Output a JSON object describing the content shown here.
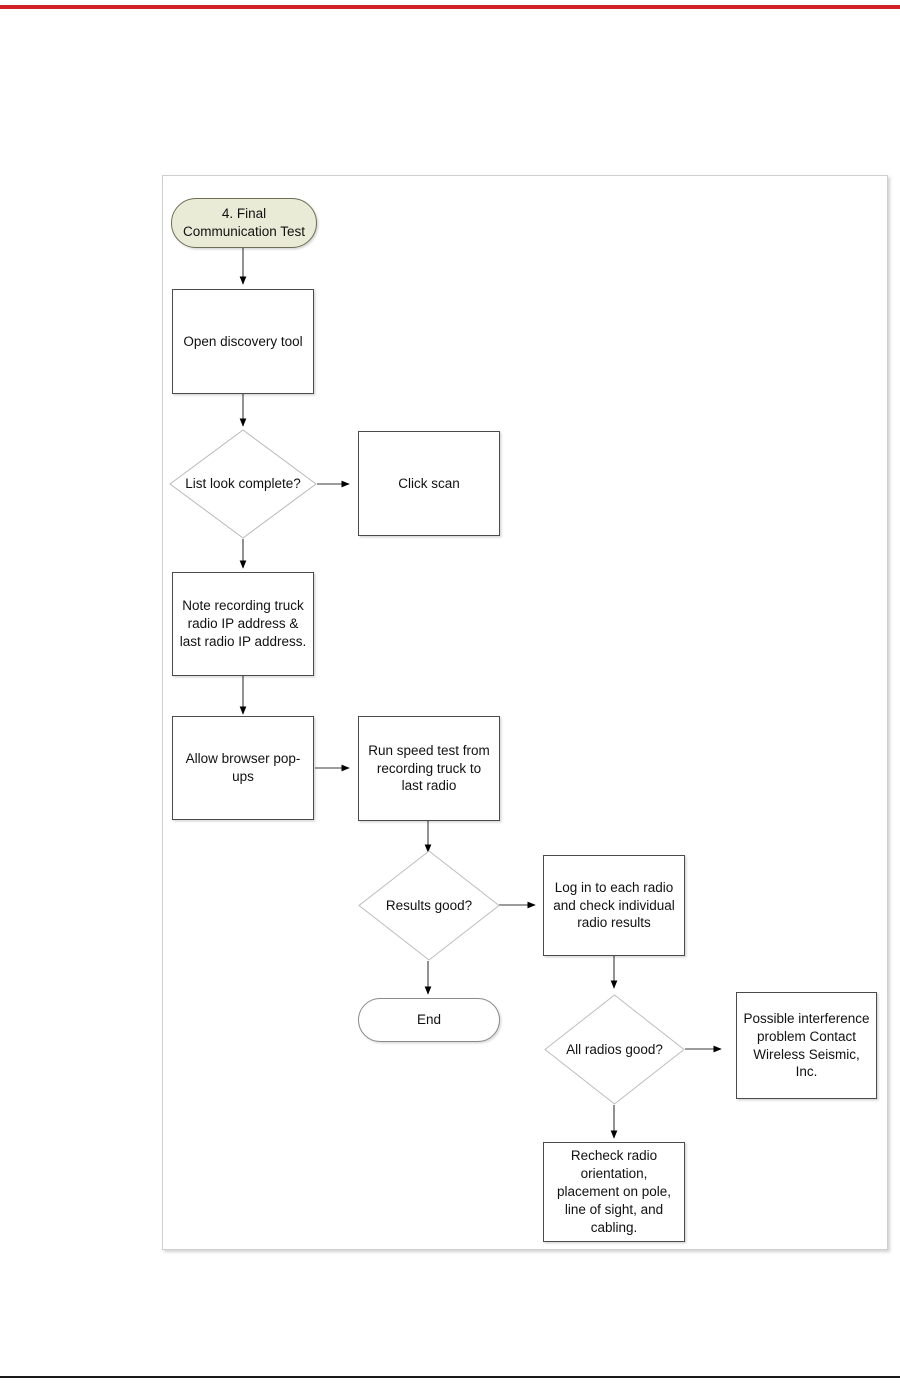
{
  "page": {
    "accent_rule_color": "#ce2026",
    "footer_rule_color": "#1a1a1a",
    "background": "#ffffff"
  },
  "diagram": {
    "title": "4. Final Communication Test",
    "frame_border_color": "#cfcfcf",
    "start_fill_color": "#e9ebd7",
    "nodes": [
      {
        "id": "start",
        "type": "terminator",
        "label": "4. Final Communication Test"
      },
      {
        "id": "open_tool",
        "type": "process",
        "label": "Open discovery tool"
      },
      {
        "id": "list_ok",
        "type": "decision",
        "label": "List look complete?"
      },
      {
        "id": "click_scan",
        "type": "process",
        "label": "Click scan"
      },
      {
        "id": "note_ip",
        "type": "process",
        "label": "Note recording truck radio IP address & last radio IP address."
      },
      {
        "id": "allow_popups",
        "type": "process",
        "label": "Allow browser pop-ups"
      },
      {
        "id": "speed_test",
        "type": "process",
        "label": "Run speed test from recording truck to last radio"
      },
      {
        "id": "results_ok",
        "type": "decision",
        "label": "Results good?"
      },
      {
        "id": "end",
        "type": "terminator",
        "label": "End"
      },
      {
        "id": "login_radio",
        "type": "process",
        "label": "Log in to each radio and check individual radio results"
      },
      {
        "id": "radios_ok",
        "type": "decision",
        "label": "All radios good?"
      },
      {
        "id": "interference",
        "type": "process",
        "label": "Possible interference problem Contact Wireless Seismic, Inc."
      },
      {
        "id": "recheck",
        "type": "process",
        "label": "Recheck radio orientation, placement on pole, line of sight, and cabling."
      }
    ],
    "edges": [
      {
        "from": "start",
        "to": "open_tool",
        "label": ""
      },
      {
        "from": "open_tool",
        "to": "list_ok",
        "label": ""
      },
      {
        "from": "list_ok",
        "to": "click_scan",
        "label": ""
      },
      {
        "from": "list_ok",
        "to": "note_ip",
        "label": ""
      },
      {
        "from": "note_ip",
        "to": "allow_popups",
        "label": ""
      },
      {
        "from": "allow_popups",
        "to": "speed_test",
        "label": ""
      },
      {
        "from": "speed_test",
        "to": "results_ok",
        "label": ""
      },
      {
        "from": "results_ok",
        "to": "login_radio",
        "label": ""
      },
      {
        "from": "results_ok",
        "to": "end",
        "label": ""
      },
      {
        "from": "login_radio",
        "to": "radios_ok",
        "label": ""
      },
      {
        "from": "radios_ok",
        "to": "interference",
        "label": ""
      },
      {
        "from": "radios_ok",
        "to": "recheck",
        "label": ""
      }
    ]
  }
}
